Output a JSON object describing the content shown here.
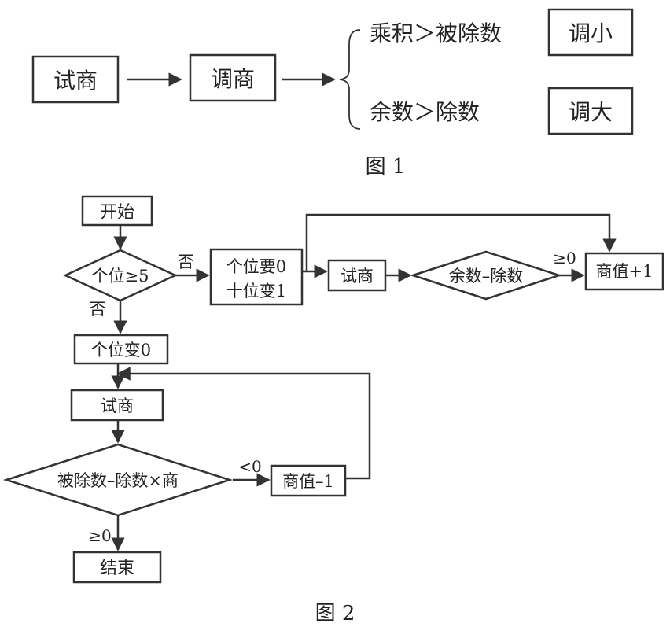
{
  "figure1": {
    "caption": "图 1",
    "box_try": "试商",
    "box_adjust": "调商",
    "cond_upper": "乘积＞被除数",
    "cond_lower": "余数＞除数",
    "action_upper": "调小",
    "action_lower": "调大"
  },
  "figure2": {
    "caption": "图 2",
    "start": "开始",
    "decision_units": "个位≥5",
    "label_no_right": "否",
    "label_no_down": "否",
    "box_units_line1": "个位要0",
    "box_units_line2": "十位变1",
    "box_try_right": "试商",
    "decision_remainder": "余数–除数",
    "label_ge0_right": "≥0",
    "box_quotient_plus": "商值+1",
    "box_units_change": "个位变0",
    "box_try_left": "试商",
    "decision_product": "被除数–除数×商",
    "label_lt0": "<0",
    "box_quotient_minus": "商值–1",
    "label_ge0_down": "≥0",
    "end": "结束"
  }
}
